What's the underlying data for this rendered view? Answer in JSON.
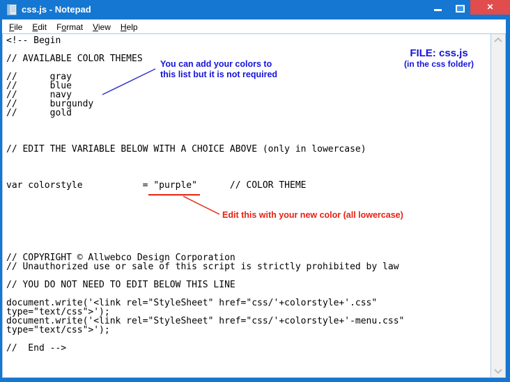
{
  "colors": {
    "frame_blue": "#1577d1",
    "close_red": "#e14c4c",
    "annot_blue": "#1414dd",
    "annot_red": "#e81f10",
    "scroll_arrow_gray": "#bdbdbd"
  },
  "window": {
    "title": "css.js - Notepad"
  },
  "icons": {
    "app": "notepad-icon",
    "minimize": "minimize-icon",
    "maximize": "maximize-icon",
    "close_glyph": "✕",
    "scroll_up": "chevron-up",
    "scroll_down": "chevron-down"
  },
  "menu": {
    "items": [
      {
        "label": "File",
        "underline": 0
      },
      {
        "label": "Edit",
        "underline": 0
      },
      {
        "label": "Format",
        "underline": 1
      },
      {
        "label": "View",
        "underline": 0
      },
      {
        "label": "Help",
        "underline": 0
      }
    ]
  },
  "editor": {
    "lines": [
      "<!-- Begin",
      "",
      "// AVAILABLE COLOR THEMES",
      "",
      "//      gray",
      "//      blue",
      "//      navy",
      "//      burgundy",
      "//      gold",
      "",
      "",
      "",
      "// EDIT THE VARIABLE BELOW WITH A CHOICE ABOVE (only in lowercase)",
      "",
      "",
      "",
      "var colorstyle           = \"purple\"      // COLOR THEME",
      "",
      "",
      "",
      "",
      "",
      "",
      "",
      "// COPYRIGHT © Allwebco Design Corporation",
      "// Unauthorized use or sale of this script is strictly prohibited by law",
      "",
      "// YOU DO NOT NEED TO EDIT BELOW THIS LINE",
      "",
      "document.write('<link rel=\"StyleSheet\" href=\"css/'+colorstyle+'.css\"",
      "type=\"text/css\">');",
      "document.write('<link rel=\"StyleSheet\" href=\"css/'+colorstyle+'-menu.css\"",
      "type=\"text/css\">');",
      "",
      "//  End -->"
    ]
  },
  "annotations": {
    "colors_note_line1": "You can add your colors to",
    "colors_note_line2": "this list but it is not required",
    "file_label": "FILE: css.js",
    "file_sublabel": "(in the css folder)",
    "edit_note": "Edit this with your new color (all lowercase)"
  }
}
